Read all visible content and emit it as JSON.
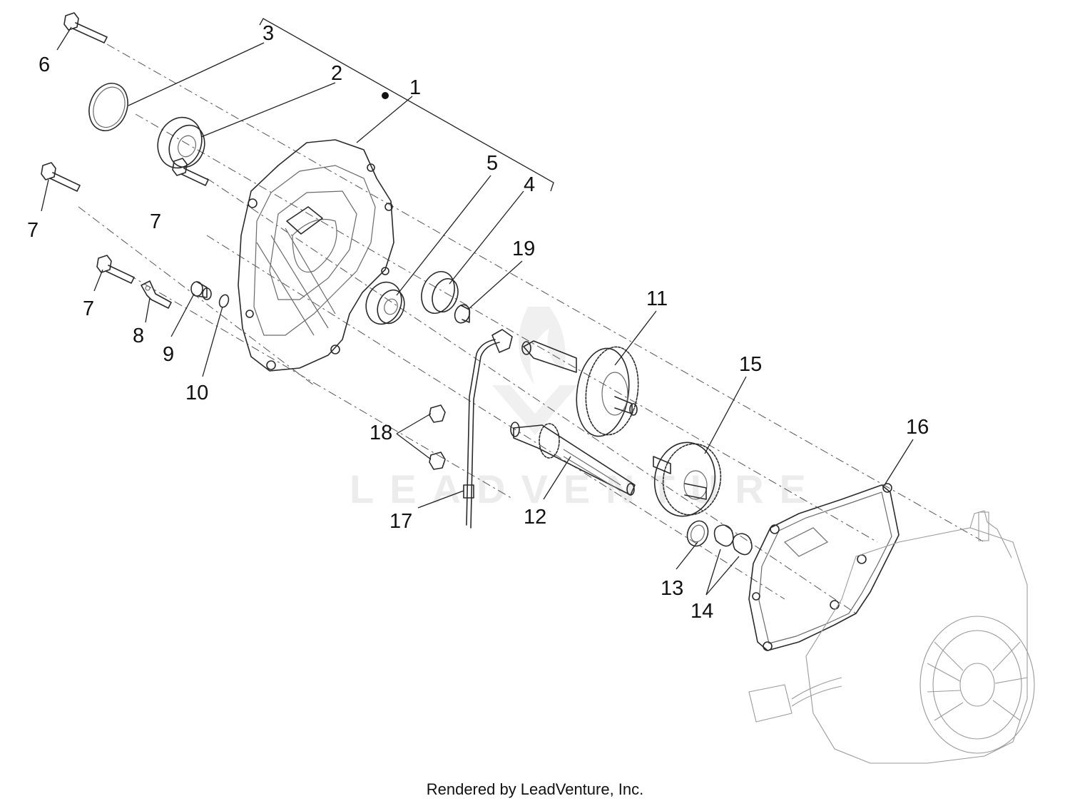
{
  "callouts": [
    "1",
    "2",
    "3",
    "4",
    "5",
    "6",
    "7",
    "7",
    "7",
    "8",
    "9",
    "10",
    "11",
    "12",
    "13",
    "14",
    "15",
    "16",
    "17",
    "18",
    "19"
  ],
  "watermark": "LEADVENTURE",
  "footer": "Rendered by LeadVenture, Inc."
}
